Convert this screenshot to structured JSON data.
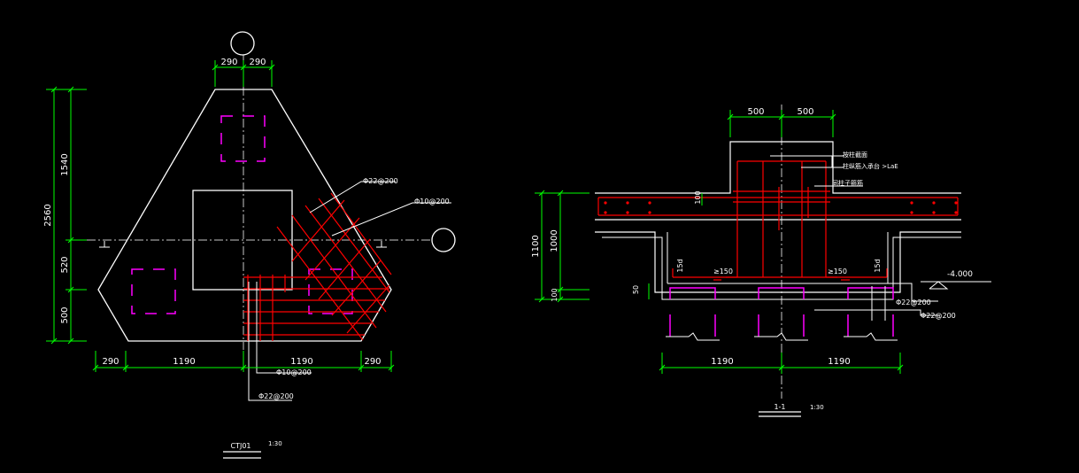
{
  "colors": {
    "background": "#000000",
    "outline": "#ffffff",
    "dimension": "#00ff00",
    "rebar": "#ff0000",
    "pile": "#ff00ff",
    "axis": "#c8c8c8"
  },
  "plan": {
    "dim_top": [
      "290",
      "290"
    ],
    "dim_left_total": "2560",
    "dim_left_parts": [
      "1540",
      "520",
      "500"
    ],
    "dim_bottom": [
      "290",
      "1190",
      "1190",
      "290"
    ],
    "rebar_label_1": "Φ22@200",
    "rebar_label_2": "Φ10@200",
    "rebar_label_3": "Φ10@200",
    "rebar_label_4": "Φ22@200",
    "title": "CTJ01",
    "scale": "1:30"
  },
  "section": {
    "dim_top": [
      "500",
      "500"
    ],
    "dim_left_total": "1100",
    "dim_left_parts": [
      "1000",
      "100"
    ],
    "dim_small_100": "100",
    "dim_small_50": "50",
    "note_line_1": "按柱截面",
    "note_line_2": "柱纵筋入承台 >LaE",
    "note_line_3": "同柱子箍筋",
    "min_anchor_left": "≥150",
    "min_anchor_right": "≥150",
    "side_label_left": "15d",
    "side_label_right": "15d",
    "elevation": "-4.000",
    "rebar_label_1": "Φ22@200",
    "rebar_label_2": "Φ22@200",
    "dim_bottom": [
      "1190",
      "1190"
    ],
    "title": "1-1",
    "scale": "1:30"
  }
}
